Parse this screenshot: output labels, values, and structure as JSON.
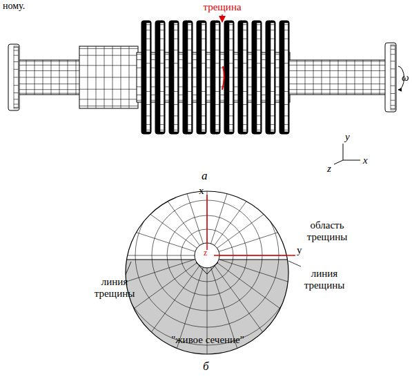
{
  "diagram": {
    "labels": [
      "ному.",
      "трещина",
      "y",
      "z",
      "x",
      "ω",
      "а",
      "x",
      "область трещины",
      "z",
      "y",
      "линия трещины",
      "линия трещины",
      "\"живое сечение\"",
      "б"
    ]
  }
}
